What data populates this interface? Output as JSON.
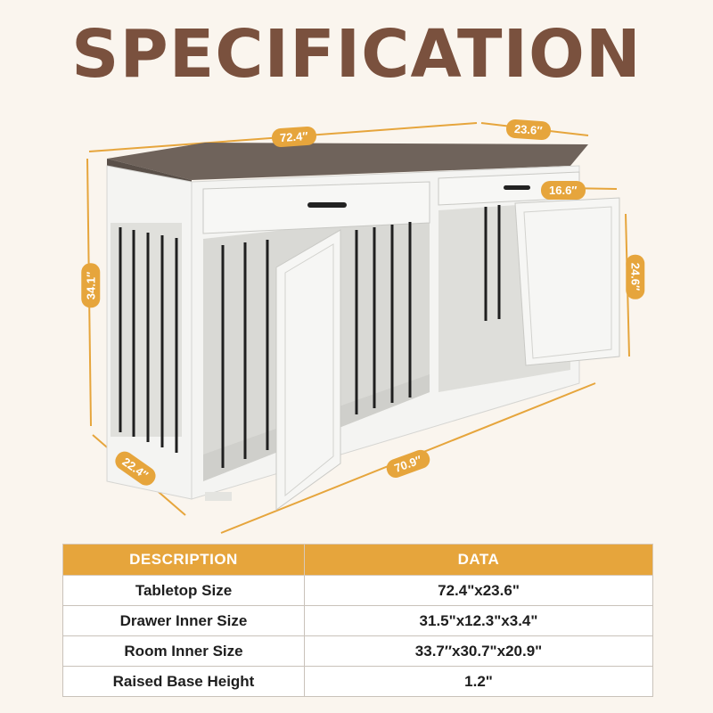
{
  "title": "SPECIFICATION",
  "dimensions": {
    "top_width": "72.4″",
    "top_depth": "23.6″",
    "height": "34.1″",
    "room_depth": "16.6″",
    "room_height": "24.6″",
    "bottom_width": "70.9″",
    "bottom_depth": "22.4″"
  },
  "colors": {
    "accent": "#e6a53c",
    "title": "#7a513e",
    "background": "#faf5ee",
    "furniture": "#f4f4f2",
    "tabletop": "#6f635b"
  },
  "table": {
    "headers": [
      "DESCRIPTION",
      "DATA"
    ],
    "rows": [
      [
        "Tabletop Size",
        "72.4\"x23.6\""
      ],
      [
        "Drawer Inner Size",
        "31.5\"x12.3\"x3.4\""
      ],
      [
        "Room Inner Size",
        "33.7″x30.7\"x20.9\""
      ],
      [
        "Raised Base Height",
        "1.2\""
      ]
    ]
  }
}
